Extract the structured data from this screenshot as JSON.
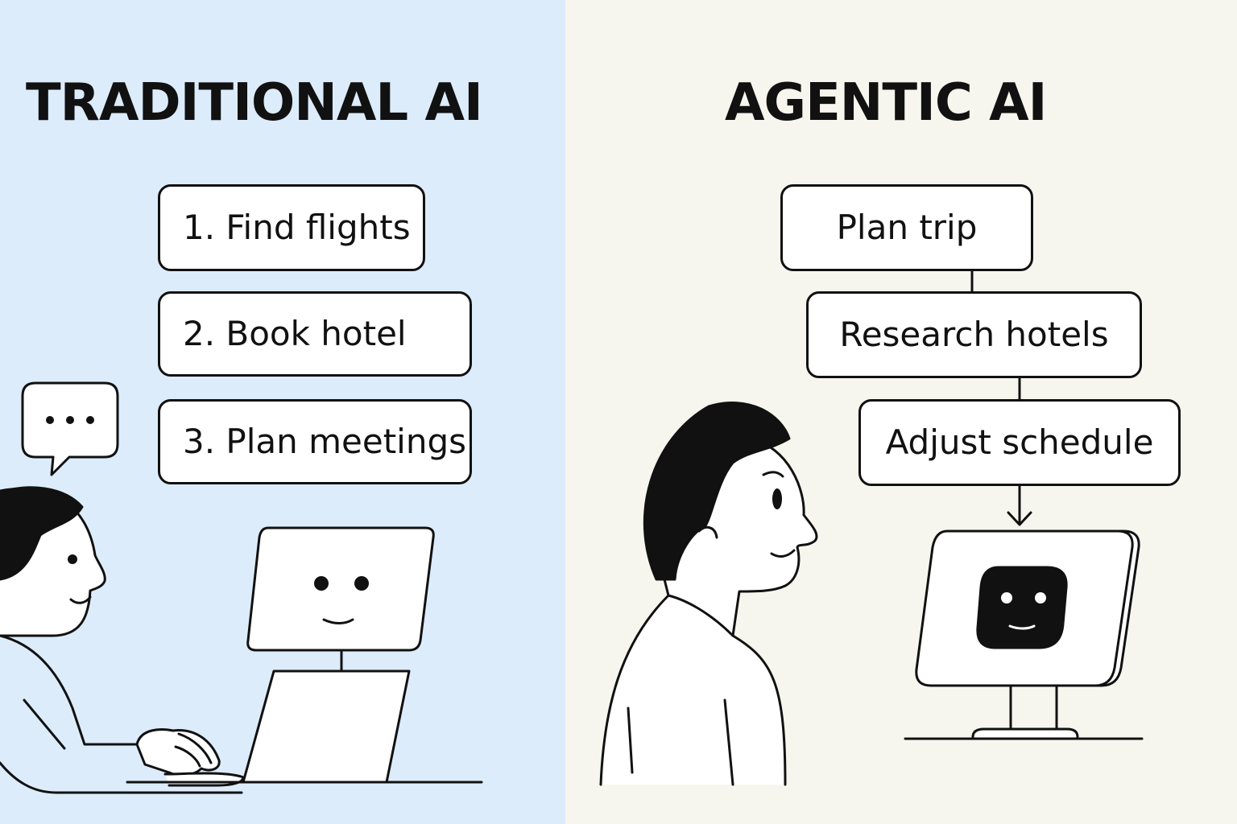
{
  "colors": {
    "left_background": "#dcecfb",
    "right_background": "#f7f6ee",
    "ink": "#111111",
    "card": "#ffffff"
  },
  "traditional": {
    "title": "TRADITIONAL AI",
    "steps": [
      "1. Find flights",
      "2. Book hotel",
      "3. Plan meetings"
    ],
    "speech_bubble_text": "•••"
  },
  "agentic": {
    "title": "AGENTIC AI",
    "steps": [
      "Plan trip",
      "Research hotels",
      "Adjust schedule"
    ]
  },
  "icons": [
    "speech-bubble-icon",
    "person-at-laptop",
    "monitor-robot-face",
    "person-profile",
    "agent-robot-face"
  ]
}
